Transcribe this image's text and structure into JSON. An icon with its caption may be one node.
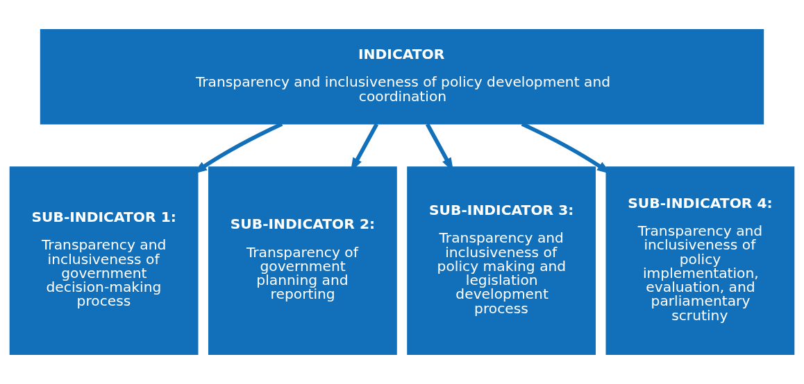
{
  "diagram": {
    "nodes": [
      {
        "text": [
          "INDICATOR",
          "Transparency and inclusiveness of policy development and coordination"
        ]
      },
      {
        "text": [
          "SUB-INDICATOR 1:",
          "Transparency and inclusiveness of government decision-making process"
        ]
      },
      {
        "text": [
          "SUB-INDICATOR 2:",
          "Transparency of government planning and reporting"
        ]
      },
      {
        "text": [
          "SUB-INDICATOR 3:",
          "Transparency and inclusiveness of policy making and legislation development process"
        ]
      },
      {
        "text": [
          "SUB-INDICATOR 4:",
          "Transparency and inclusiveness of policy implementation, evaluation, and parliamentary scrutiny"
        ]
      }
    ],
    "edges": [
      {
        "from": 0,
        "to": 1,
        "arrow": "to"
      },
      {
        "from": 0,
        "to": 2,
        "arrow": "to"
      },
      {
        "from": 0,
        "to": 3,
        "arrow": "to"
      },
      {
        "from": 0,
        "to": 4,
        "arrow": "to"
      }
    ]
  }
}
